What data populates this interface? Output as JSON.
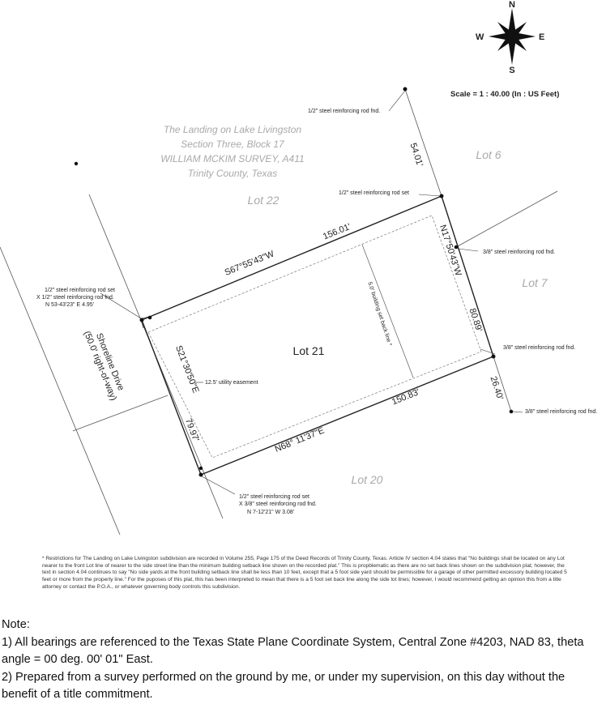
{
  "compass": {
    "n": "N",
    "s": "S",
    "e": "E",
    "w": "W"
  },
  "scale": "Scale = 1 : 40.00 (In : US Feet)",
  "subdivision": {
    "line1": "The Landing on Lake Livingston",
    "line2": "Section Three, Block 17",
    "line3": "WILLIAM MCKIM SURVEY, A411",
    "line4": "Trinity County, Texas"
  },
  "lots": {
    "lot6": "Lot 6",
    "lot7": "Lot 7",
    "lot20": "Lot 20",
    "lot21": "Lot 21",
    "lot22": "Lot 22"
  },
  "street": {
    "name": "Shoreline Drive",
    "row": "(50.0' right-of-way)"
  },
  "bearings": {
    "north_line": "S67°55'43\"W",
    "east_line": "N17°50'43\"W",
    "west_line": "S21°30'50\"E",
    "south_line": "N68° 11'37\"E"
  },
  "distances": {
    "north": "156.01'",
    "east": "80.89'",
    "east_tie": "26.40'",
    "north_tie": "54.01'",
    "west": "79.97'",
    "south": "150.83'"
  },
  "monuments": {
    "top_fnd": "1/2\" steel reinforcing rod fnd.",
    "ne_set": "1/2\" steel reinforcing rod set",
    "east_fnd": "3/8\" steel reinforcing rod fnd.",
    "se_fnd": "3/8\" steel reinforcing rod fnd.",
    "far_fnd": "3/8\" steel reinforcing rod fnd.",
    "nw_line1": "1/2\" steel reinforcing rod set",
    "nw_line2": "X 1/2\" steel reinforcing rod fnd.",
    "nw_line3": "N 53-43'23\" E 4.95'",
    "sw_line1": "1/2\" steel reinforcing rod set",
    "sw_line2": "X 3/8\" steel reinforcing rod fnd.",
    "sw_line3": "N 7-12'21\" W 3.08'"
  },
  "setback": "5.0' building set back line *",
  "easement": "12.5' utility easement",
  "footnote": "* Restrictions for The Landing on Lake Livingston subdivision are recorded in Volume 255, Page 175 of the Deed Records of Trinity County, Texas. Article IV section 4.04 states that \"No buildings shall be located on any Lot nearer to the front Lot line of nearer to the side street line than the minimum building setback line shown on the recorded plat.\" This is propblematic as there are no set back lines shown on the subdivision plat; however, the text in section 4.04 continues to say \"No side yards at the front building setback line shall be less than 10 feet, except that a 5 foot side yard should be permissible for a garage of other permitted excessory building located 5 feet or more from the property line.\" For the puposes of this plat, this has been interpreted to mean that there is a 5 foot set back line along the side lot lines; however, I would recommend getting an opinion this from a title attorney or contact the P.O.A., or whatever governing body controls this subdivision.",
  "notes": {
    "heading": "Note:",
    "n1": "1) All bearings are referenced to the Texas State Plane Coordinate System, Central Zone #4203, NAD 83, theta angle = 00 deg. 00' 01\" East.",
    "n2": "2) Prepared from a survey performed on the ground by me, or under my supervision, on this day without the benefit of a title commitment."
  }
}
